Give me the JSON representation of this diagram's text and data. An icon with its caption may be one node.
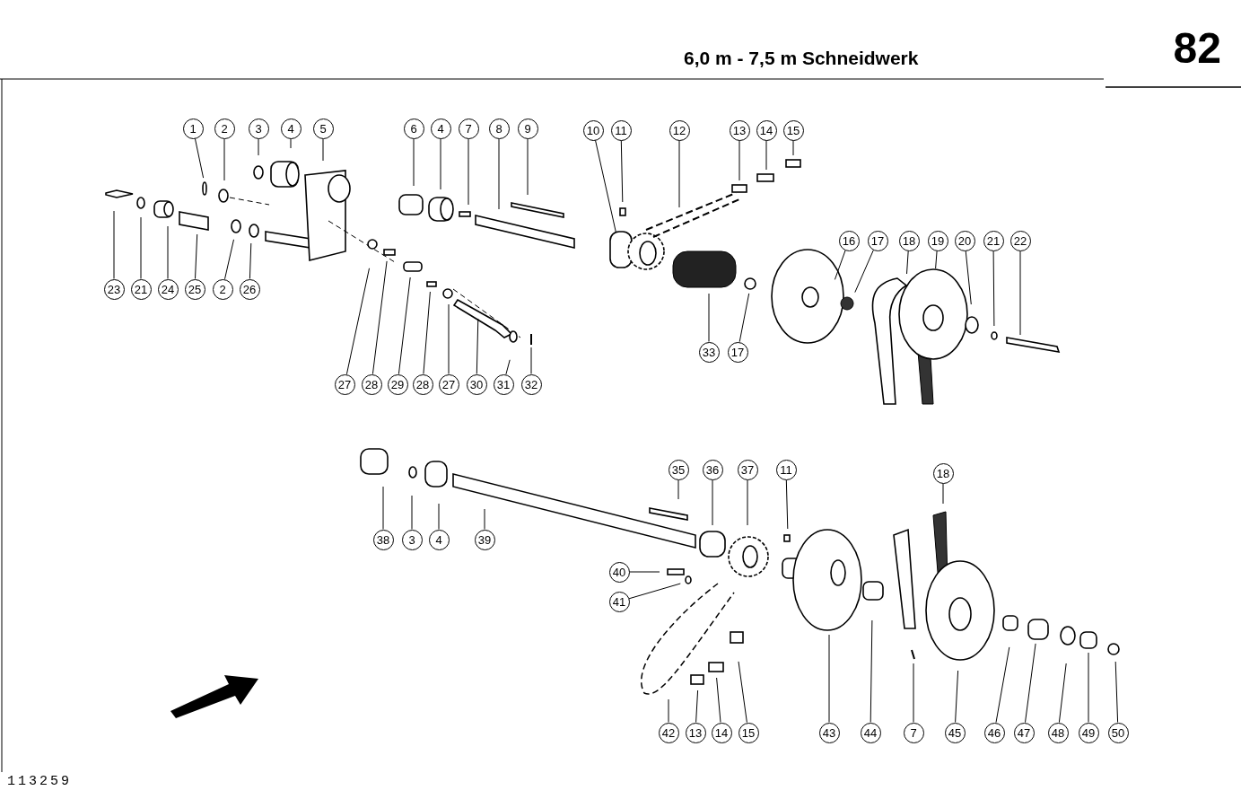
{
  "diagram": {
    "title": "6,0 m - 7,5 m Schneidwerk",
    "nodes": [
      {
        "text": [
          "1"
        ]
      },
      {
        "text": [
          "2"
        ]
      },
      {
        "text": [
          "3"
        ]
      },
      {
        "text": [
          "4"
        ]
      },
      {
        "text": [
          "5"
        ]
      },
      {
        "text": [
          "6"
        ]
      },
      {
        "text": [
          "4"
        ]
      },
      {
        "text": [
          "7"
        ]
      },
      {
        "text": [
          "8"
        ]
      },
      {
        "text": [
          "9"
        ]
      },
      {
        "text": [
          "10"
        ]
      },
      {
        "text": [
          "11"
        ]
      },
      {
        "text": [
          "12"
        ]
      },
      {
        "text": [
          "13"
        ]
      },
      {
        "text": [
          "14"
        ]
      },
      {
        "text": [
          "15"
        ]
      },
      {
        "text": [
          "23"
        ]
      },
      {
        "text": [
          "21"
        ]
      },
      {
        "text": [
          "24"
        ]
      },
      {
        "text": [
          "25"
        ]
      },
      {
        "text": [
          "2"
        ]
      },
      {
        "text": [
          "26"
        ]
      },
      {
        "text": [
          "16"
        ]
      },
      {
        "text": [
          "17"
        ]
      },
      {
        "text": [
          "18"
        ]
      },
      {
        "text": [
          "19"
        ]
      },
      {
        "text": [
          "20"
        ]
      },
      {
        "text": [
          "21"
        ]
      },
      {
        "text": [
          "22"
        ]
      },
      {
        "text": [
          "33"
        ]
      },
      {
        "text": [
          "17"
        ]
      },
      {
        "text": [
          "27"
        ]
      },
      {
        "text": [
          "28"
        ]
      },
      {
        "text": [
          "29"
        ]
      },
      {
        "text": [
          "28"
        ]
      },
      {
        "text": [
          "27"
        ]
      },
      {
        "text": [
          "30"
        ]
      },
      {
        "text": [
          "31"
        ]
      },
      {
        "text": [
          "32"
        ]
      },
      {
        "text": [
          "35"
        ]
      },
      {
        "text": [
          "36"
        ]
      },
      {
        "text": [
          "37"
        ]
      },
      {
        "text": [
          "11"
        ]
      },
      {
        "text": [
          "18"
        ]
      },
      {
        "text": [
          "38"
        ]
      },
      {
        "text": [
          "3"
        ]
      },
      {
        "text": [
          "4"
        ]
      },
      {
        "text": [
          "39"
        ]
      },
      {
        "text": [
          "40"
        ]
      },
      {
        "text": [
          "41"
        ]
      },
      {
        "text": [
          "42"
        ]
      },
      {
        "text": [
          "13"
        ]
      },
      {
        "text": [
          "14"
        ]
      },
      {
        "text": [
          "15"
        ]
      },
      {
        "text": [
          "43"
        ]
      },
      {
        "text": [
          "44"
        ]
      },
      {
        "text": [
          "7"
        ]
      },
      {
        "text": [
          "45"
        ]
      },
      {
        "text": [
          "46"
        ]
      },
      {
        "text": [
          "47"
        ]
      },
      {
        "text": [
          "48"
        ]
      },
      {
        "text": [
          "49"
        ]
      },
      {
        "text": [
          "50"
        ]
      }
    ],
    "edges": [
      {
        "from": 0,
        "to": null,
        "arrow": "none"
      },
      {
        "from": 1,
        "to": null,
        "arrow": "none"
      },
      {
        "from": 2,
        "to": null,
        "arrow": "none"
      },
      {
        "from": 3,
        "to": null,
        "arrow": "none"
      },
      {
        "from": 4,
        "to": null,
        "arrow": "none"
      },
      {
        "from": 5,
        "to": null,
        "arrow": "none"
      },
      {
        "from": 6,
        "to": null,
        "arrow": "none"
      },
      {
        "from": 7,
        "to": null,
        "arrow": "none"
      },
      {
        "from": 8,
        "to": null,
        "arrow": "none"
      },
      {
        "from": 9,
        "to": null,
        "arrow": "none"
      },
      {
        "from": 10,
        "to": null,
        "arrow": "none"
      },
      {
        "from": 11,
        "to": null,
        "arrow": "none"
      },
      {
        "from": 12,
        "to": null,
        "arrow": "none"
      },
      {
        "from": 13,
        "to": null,
        "arrow": "none"
      },
      {
        "from": 14,
        "to": null,
        "arrow": "none"
      },
      {
        "from": 15,
        "to": null,
        "arrow": "none"
      },
      {
        "from": 16,
        "to": null,
        "arrow": "none"
      },
      {
        "from": 17,
        "to": null,
        "arrow": "none"
      },
      {
        "from": 18,
        "to": null,
        "arrow": "none"
      },
      {
        "from": 19,
        "to": null,
        "arrow": "none"
      },
      {
        "from": 20,
        "to": null,
        "arrow": "none"
      },
      {
        "from": 21,
        "to": null,
        "arrow": "none"
      },
      {
        "from": 22,
        "to": null,
        "arrow": "none"
      },
      {
        "from": 23,
        "to": null,
        "arrow": "none"
      },
      {
        "from": 24,
        "to": null,
        "arrow": "none"
      },
      {
        "from": 25,
        "to": null,
        "arrow": "none"
      },
      {
        "from": 26,
        "to": null,
        "arrow": "none"
      },
      {
        "from": 27,
        "to": null,
        "arrow": "none"
      },
      {
        "from": 28,
        "to": null,
        "arrow": "none"
      },
      {
        "from": 29,
        "to": null,
        "arrow": "none"
      },
      {
        "from": 30,
        "to": null,
        "arrow": "none"
      },
      {
        "from": 31,
        "to": null,
        "arrow": "none"
      },
      {
        "from": 32,
        "to": null,
        "arrow": "none"
      },
      {
        "from": 33,
        "to": null,
        "arrow": "none"
      },
      {
        "from": 34,
        "to": null,
        "arrow": "none"
      },
      {
        "from": 35,
        "to": null,
        "arrow": "none"
      },
      {
        "from": 36,
        "to": null,
        "arrow": "none"
      },
      {
        "from": 37,
        "to": null,
        "arrow": "none"
      },
      {
        "from": 38,
        "to": null,
        "arrow": "none"
      },
      {
        "from": 39,
        "to": null,
        "arrow": "none"
      },
      {
        "from": 40,
        "to": null,
        "arrow": "none"
      },
      {
        "from": 41,
        "to": null,
        "arrow": "none"
      },
      {
        "from": 42,
        "to": null,
        "arrow": "none"
      },
      {
        "from": 43,
        "to": null,
        "arrow": "none"
      },
      {
        "from": 44,
        "to": null,
        "arrow": "none"
      },
      {
        "from": 45,
        "to": null,
        "arrow": "none"
      },
      {
        "from": 46,
        "to": null,
        "arrow": "none"
      },
      {
        "from": 47,
        "to": null,
        "arrow": "none"
      },
      {
        "from": 48,
        "to": null,
        "arrow": "none"
      },
      {
        "from": 49,
        "to": null,
        "arrow": "none"
      },
      {
        "from": 50,
        "to": null,
        "arrow": "none"
      },
      {
        "from": 51,
        "to": null,
        "arrow": "none"
      },
      {
        "from": 52,
        "to": null,
        "arrow": "none"
      },
      {
        "from": 53,
        "to": null,
        "arrow": "none"
      },
      {
        "from": 54,
        "to": null,
        "arrow": "none"
      },
      {
        "from": 55,
        "to": null,
        "arrow": "none"
      },
      {
        "from": 56,
        "to": null,
        "arrow": "none"
      },
      {
        "from": 57,
        "to": null,
        "arrow": "none"
      },
      {
        "from": 58,
        "to": null,
        "arrow": "none"
      },
      {
        "from": 59,
        "to": null,
        "arrow": "none"
      },
      {
        "from": 60,
        "to": null,
        "arrow": "none"
      },
      {
        "from": 61,
        "to": null,
        "arrow": "none"
      },
      {
        "from": 62,
        "to": null,
        "arrow": "none"
      }
    ],
    "labels": [
      "82",
      "113259"
    ]
  }
}
